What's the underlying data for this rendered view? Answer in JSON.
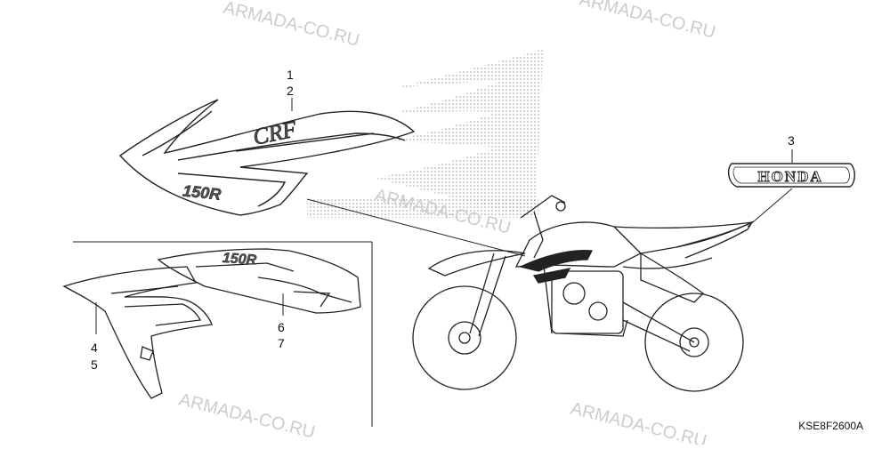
{
  "callouts": {
    "c1": "1",
    "c2": "2",
    "c3": "3",
    "c4": "4",
    "c5": "5",
    "c6": "6",
    "c7": "7"
  },
  "decal_text": {
    "crf": "CRF",
    "model": "150R",
    "honda": "HONDA"
  },
  "watermark": "ARMADA-CO.RU",
  "diagram_code": "KSE8F2600A"
}
